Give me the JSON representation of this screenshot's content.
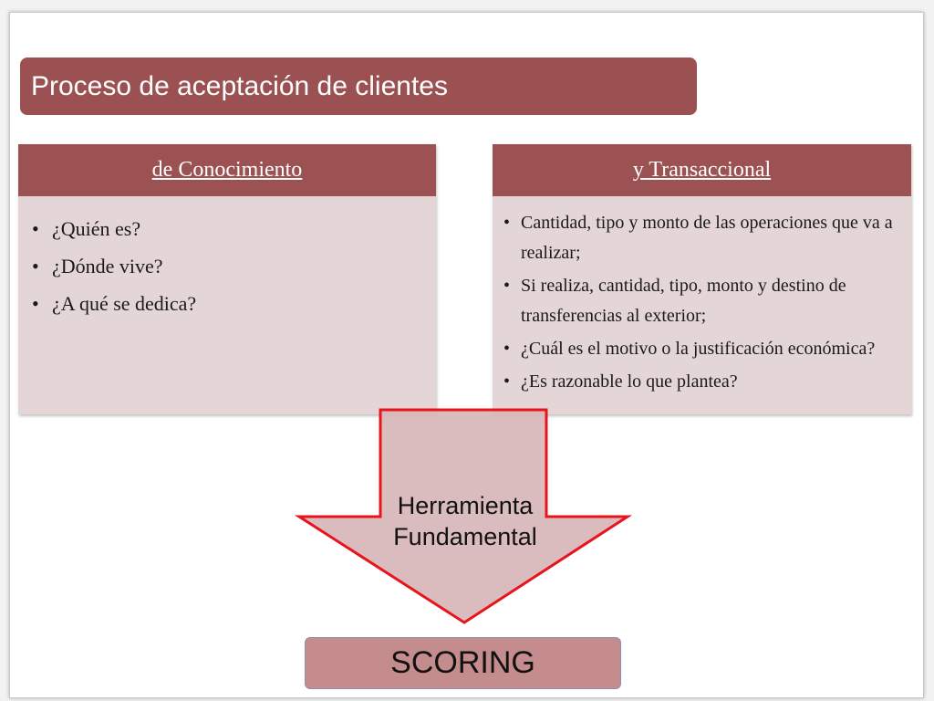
{
  "title": "Proceso de aceptación de clientes",
  "left_panel": {
    "heading": "de Conocimiento",
    "items": [
      "¿Quién es?",
      "¿Dónde vive?",
      "¿A qué se dedica?"
    ]
  },
  "right_panel": {
    "heading": "y Transaccional",
    "items": [
      "Cantidad, tipo y monto de las operaciones que va a realizar;",
      "Si realiza, cantidad, tipo, monto y destino de transferencias al exterior;",
      "¿Cuál es el motivo o la justificación económica?",
      "¿Es razonable lo que plantea?"
    ]
  },
  "arrow": {
    "line1": "Herramienta",
    "line2": "Fundamental"
  },
  "scoring_label": "SCORING",
  "colors": {
    "title_bg": "#9b5152",
    "panel_bg": "#e4d6d7",
    "arrow_fill": "#d8b6b8",
    "arrow_stroke": "#e8141c",
    "scoring_bg": "#c48c8c"
  }
}
